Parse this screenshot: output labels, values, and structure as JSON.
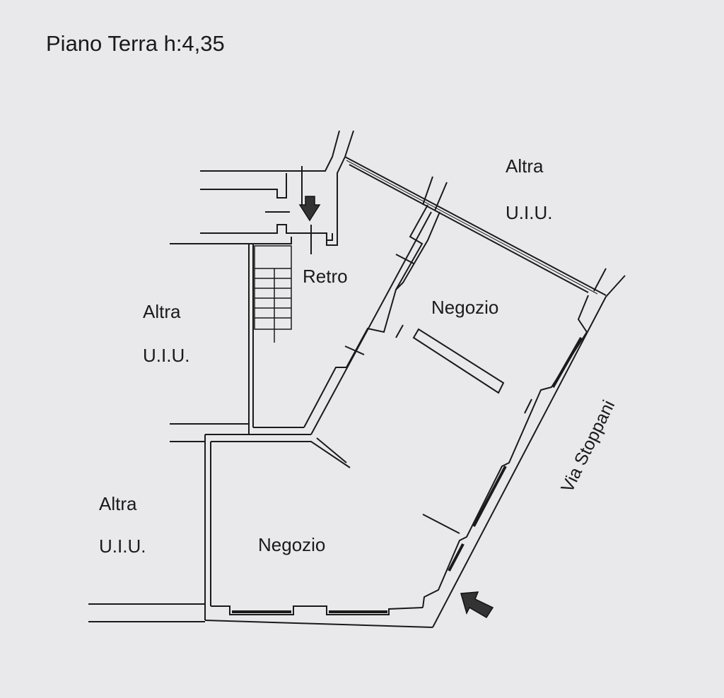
{
  "title": "Piano Terra h:4,35",
  "rooms": {
    "retro": "Retro",
    "negozio_upper": "Negozio",
    "negozio_lower": "Negozio"
  },
  "neighbors": [
    {
      "line1": "Altra",
      "line2": "U.I.U."
    },
    {
      "line1": "Altra",
      "line2": "U.I.U."
    },
    {
      "line1": "Altra",
      "line2": "U.I.U."
    }
  ],
  "street": "Via Stoppani",
  "colors": {
    "paper": "#e9e9eb",
    "ink": "#1a1a1a"
  }
}
